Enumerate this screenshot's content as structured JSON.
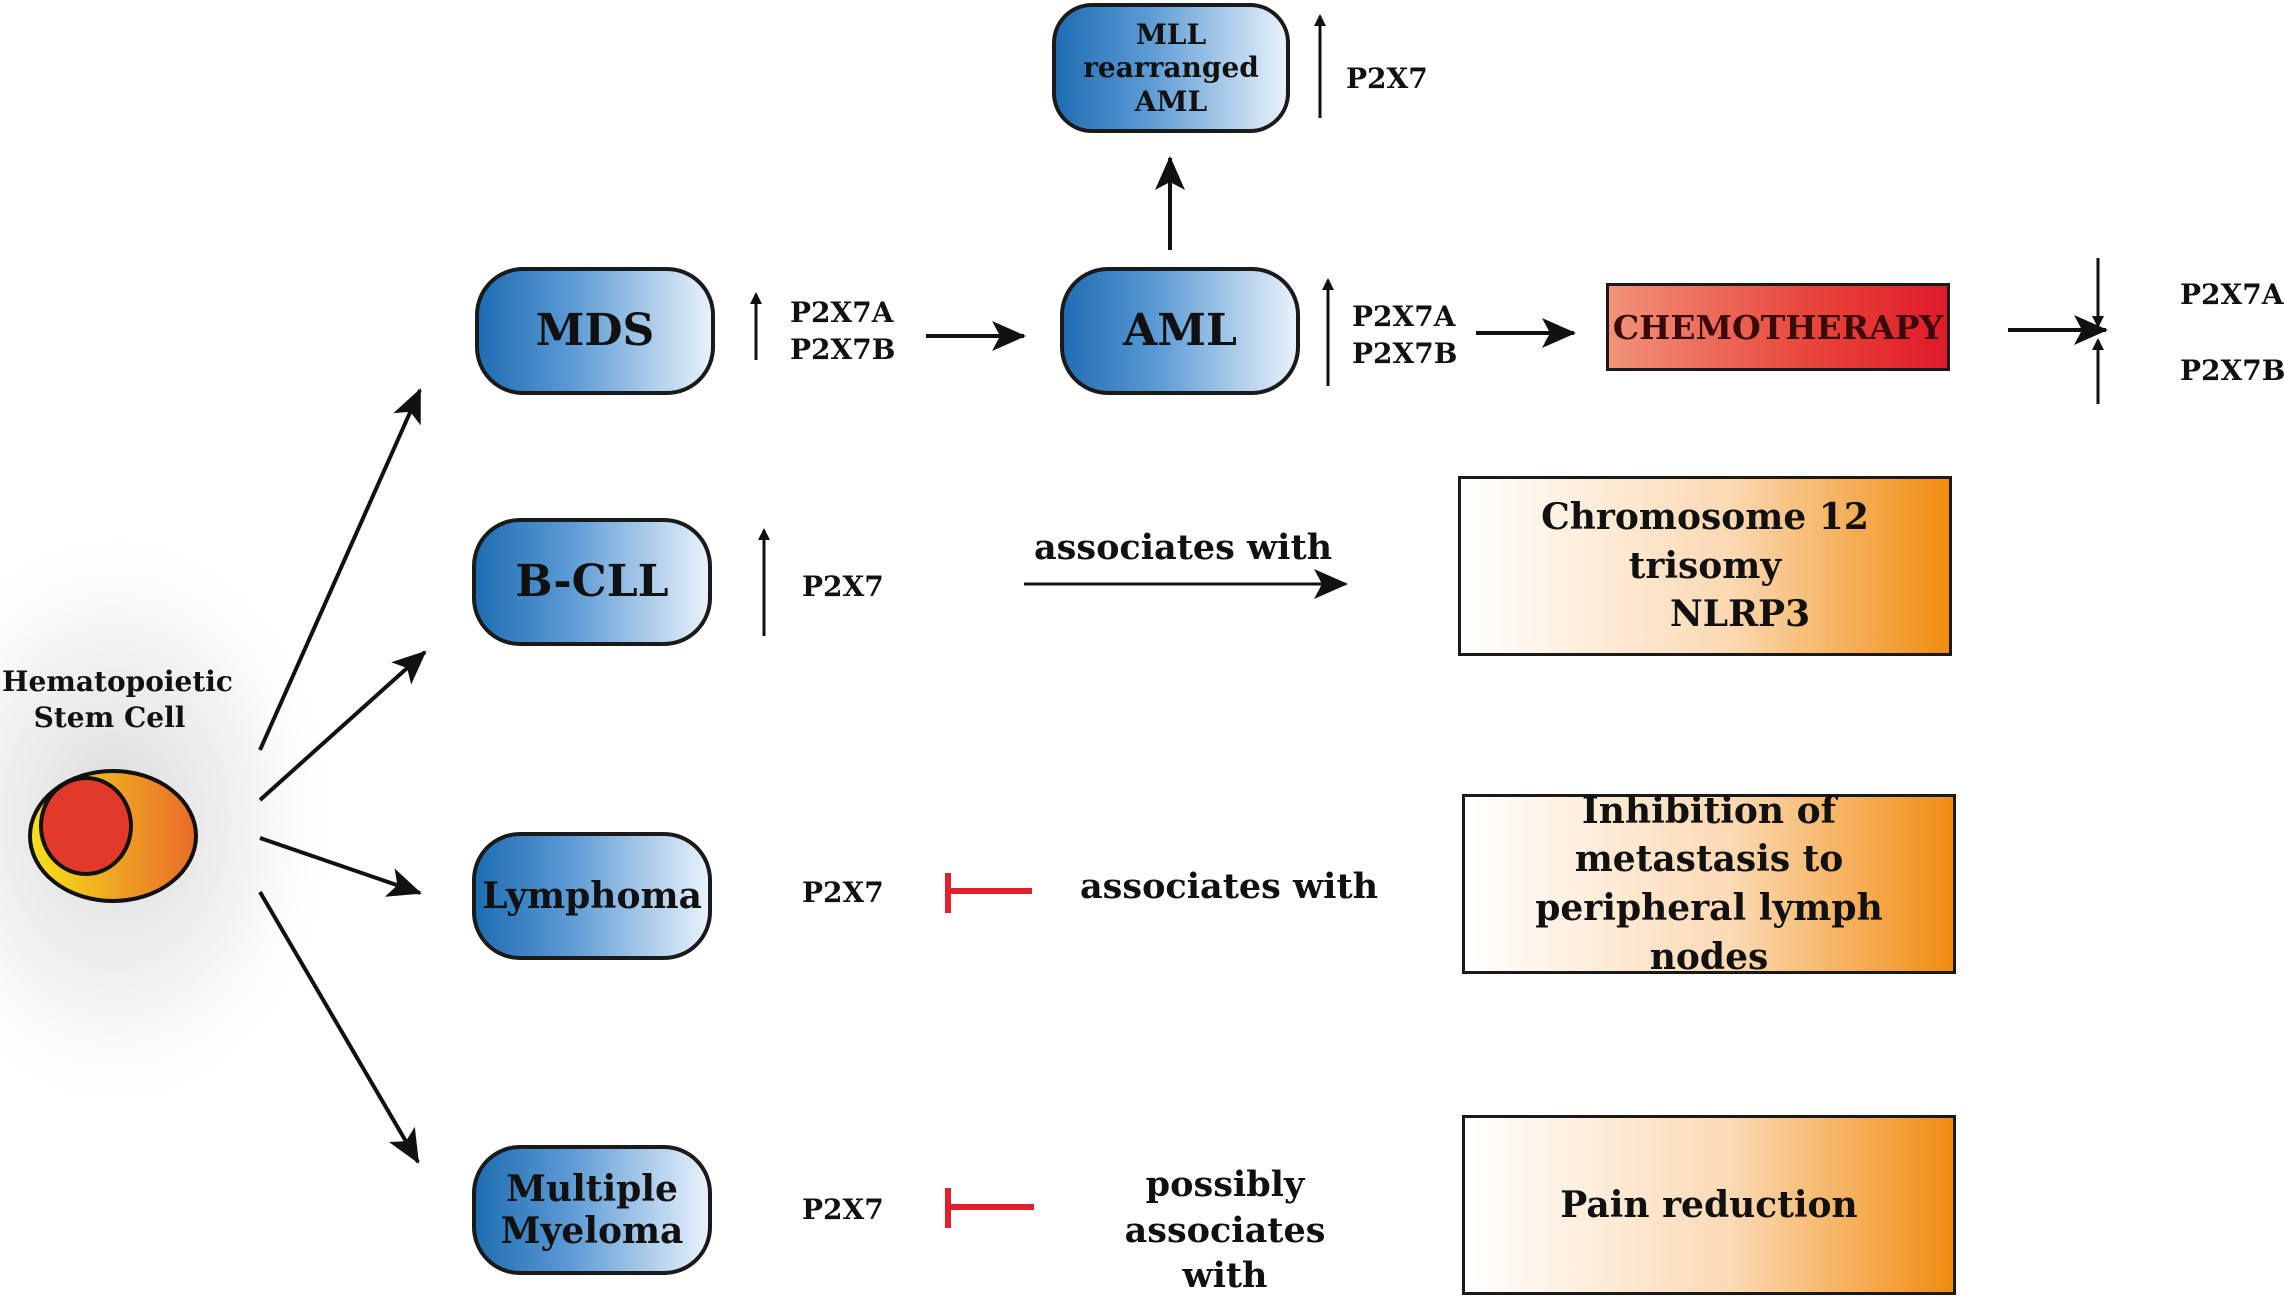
{
  "stem_cell": {
    "label": "Hematopoietic Stem Cell"
  },
  "nodes": {
    "mds": "MDS",
    "aml": "AML",
    "mll_aml": "MLL rearranged AML",
    "bcll": "B-CLL",
    "lymphoma": "Lymphoma",
    "myeloma": "Multiple Myeloma"
  },
  "markers": {
    "mds_a": "P2X7A",
    "mds_b": "P2X7B",
    "aml_a": "P2X7A",
    "aml_b": "P2X7B",
    "mll": "P2X7",
    "chemo_a": "P2X7A",
    "chemo_b": "P2X7B",
    "bcll": "P2X7",
    "lymphoma": "P2X7",
    "myeloma": "P2X7"
  },
  "chemotherapy": "CHEMOTHERAPY",
  "relations": {
    "bcll": "associates with",
    "lymphoma": "associates with",
    "myeloma": "possibly associates with"
  },
  "outcomes": {
    "bcll_line1": "Chromosome 12 trisomy",
    "bcll_line2": "NLRP3",
    "lymphoma": "Inhibition of metastasis to peripheral lymph nodes",
    "myeloma": "Pain reduction"
  },
  "colors": {
    "node_blue": "#1f6db3",
    "inhibit_red": "#e0202a",
    "outcome_orange": "#f08c0f",
    "chemo_red": "#e01a2a",
    "cell_outer": "#f6e21a",
    "cell_inner": "#e23a2a"
  }
}
